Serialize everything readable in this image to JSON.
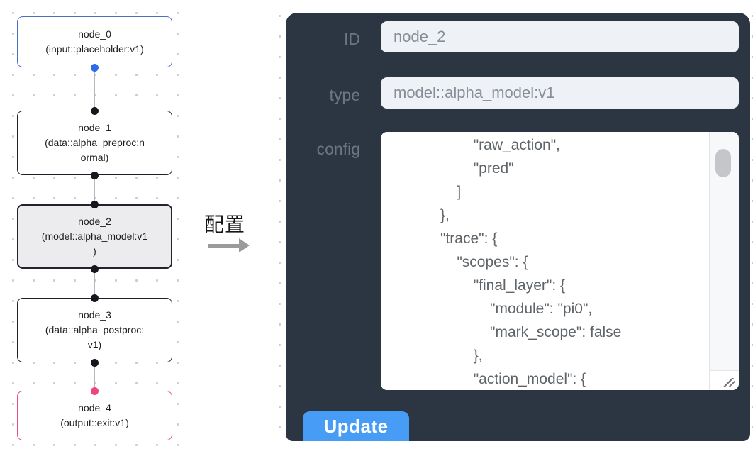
{
  "graph": {
    "nodes": [
      {
        "id": "node_0",
        "lines": [
          "node_0",
          "(input::placeholder:v1)"
        ]
      },
      {
        "id": "node_1",
        "lines": [
          "node_1",
          "(data::alpha_preproc:n",
          "ormal)"
        ]
      },
      {
        "id": "node_2",
        "lines": [
          "node_2",
          "(model::alpha_model:v1",
          ")"
        ],
        "selected": true
      },
      {
        "id": "node_3",
        "lines": [
          "node_3",
          "(data::alpha_postproc:",
          "v1)"
        ]
      },
      {
        "id": "node_4",
        "lines": [
          "node_4",
          "(output::exit:v1)"
        ]
      }
    ],
    "colors": {
      "input_node_border": "#4a6fc3",
      "default_node_border": "#1f2029",
      "output_node_border": "#ea4b8b",
      "selected_node_bg": "#ececee",
      "port_blue": "#2e6bea",
      "port_dark": "#16161e",
      "port_pink": "#f1447d",
      "edge": "#b8b8bc"
    }
  },
  "transition": {
    "label": "配置"
  },
  "panel": {
    "id_label": "ID",
    "id_value": "node_2",
    "type_label": "type",
    "type_value": "model::alpha_model:v1",
    "config_label": "config",
    "config_lines": [
      "                    \"raw_action\",",
      "                    \"pred\"",
      "                ]",
      "            },",
      "            \"trace\": {",
      "                \"scopes\": {",
      "                    \"final_layer\": {",
      "                        \"module\": \"pi0\",",
      "                        \"mark_scope\": false",
      "                    },",
      "                    \"action_model\": {"
    ],
    "update_label": "Update",
    "colors": {
      "panel_bg": "#2c3542",
      "field_bg": "#eef1f5",
      "label_text": "#6e7682",
      "value_text": "#878d96",
      "config_text": "#5f6468",
      "button_bg": "#479cf5",
      "button_text": "#ffffff"
    }
  }
}
